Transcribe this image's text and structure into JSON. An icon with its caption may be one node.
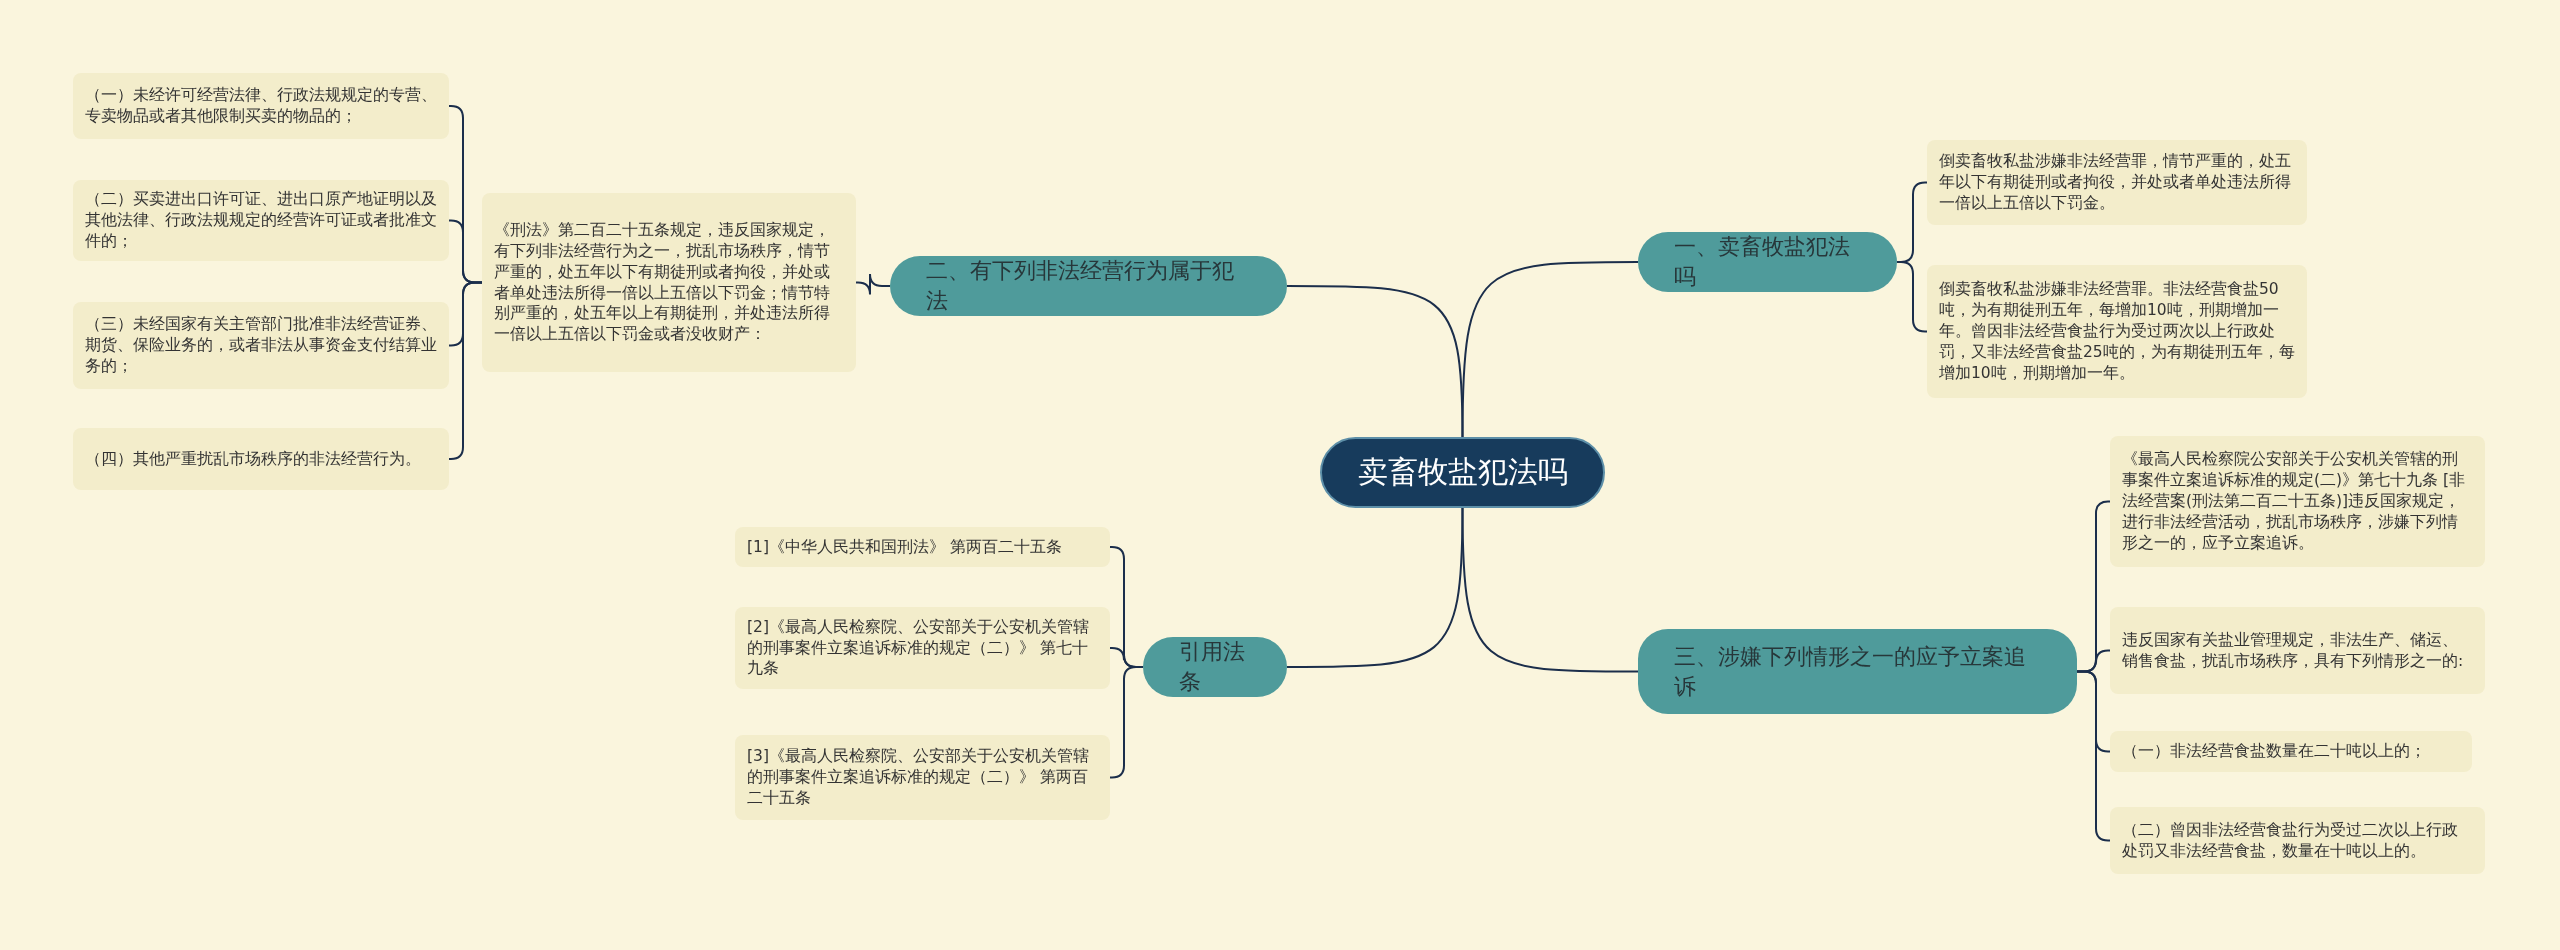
{
  "diagram": {
    "nodes": [
      {
        "text": [
          "卖畜牧盐犯法吗"
        ]
      },
      {
        "text": [
          "一、卖畜牧盐犯法吗"
        ]
      },
      {
        "text": [
          "倒卖畜牧私盐涉嫌非法经营罪，情节严重的，处五年以下有期徒刑或者拘役，并处或者单处违法所得一倍以上五倍以下罚金。"
        ]
      },
      {
        "text": [
          "倒卖畜牧私盐涉嫌非法经营罪。非法经营食盐50吨，为有期徒刑五年，每增加10吨，刑期增加一年。曾因非法经营食盐行为受过两次以上行政处罚，又非法经营食盐25吨的，为有期徒刑五年，每增加10吨，刑期增加一年。"
        ]
      },
      {
        "text": [
          "二、有下列非法经营行为属于犯法"
        ]
      },
      {
        "text": [
          "《刑法》第二百二十五条规定，违反国家规定，有下列非法经营行为之一，扰乱市场秩序，情节严重的，处五年以下有期徒刑或者拘役，并处或者单处违法所得一倍以上五倍以下罚金；情节特别严重的，处五年以上有期徒刑，并处违法所得一倍以上五倍以下罚金或者没收财产："
        ]
      },
      {
        "text": [
          "（一）未经许可经营法律、行政法规规定的专营、专卖物品或者其他限制买卖的物品的；"
        ]
      },
      {
        "text": [
          "（二）买卖进出口许可证、进出口原产地证明以及其他法律、行政法规规定的经营许可证或者批准文件的；"
        ]
      },
      {
        "text": [
          "（三）未经国家有关主管部门批准非法经营证券、期货、保险业务的，或者非法从事资金支付结算业务的；"
        ]
      },
      {
        "text": [
          "（四）其他严重扰乱市场秩序的非法经营行为。"
        ]
      },
      {
        "text": [
          "引用法条"
        ]
      },
      {
        "text": [
          "[1]《中华人民共和国刑法》 第两百二十五条"
        ]
      },
      {
        "text": [
          "[2]《最高人民检察院、公安部关于公安机关管辖的刑事案件立案追诉标准的规定（二）》 第七十九条"
        ]
      },
      {
        "text": [
          "[3]《最高人民检察院、公安部关于公安机关管辖的刑事案件立案追诉标准的规定（二）》 第两百二十五条"
        ]
      },
      {
        "text": [
          "三、涉嫌下列情形之一的应予立案追诉"
        ]
      },
      {
        "text": [
          "《最高人民检察院公安部关于公安机关管辖的刑事案件立案追诉标准的规定(二)》第七十九条 [非法经营案(刑法第二百二十五条)]违反国家规定，进行非法经营活动，扰乱市场秩序，涉嫌下列情形之一的，应予立案追诉。"
        ]
      },
      {
        "text": [
          "违反国家有关盐业管理规定，非法生产、储运、销售食盐，扰乱市场秩序，具有下列情形之一的:"
        ]
      },
      {
        "text": [
          "（一）非法经营食盐数量在二十吨以上的；"
        ]
      },
      {
        "text": [
          "（二）曾因非法经营食盐行为受过二次以上行政处罚又非法经营食盐，数量在十吨以上的。"
        ]
      }
    ],
    "edges": [
      {
        "from": 0,
        "to": 1,
        "arrow": "none"
      },
      {
        "from": 1,
        "to": 2,
        "arrow": "none"
      },
      {
        "from": 1,
        "to": 3,
        "arrow": "none"
      },
      {
        "from": 0,
        "to": 4,
        "arrow": "none"
      },
      {
        "from": 4,
        "to": 5,
        "arrow": "none"
      },
      {
        "from": 5,
        "to": 6,
        "arrow": "none"
      },
      {
        "from": 5,
        "to": 7,
        "arrow": "none"
      },
      {
        "from": 5,
        "to": 8,
        "arrow": "none"
      },
      {
        "from": 5,
        "to": 9,
        "arrow": "none"
      },
      {
        "from": 0,
        "to": 10,
        "arrow": "none"
      },
      {
        "from": 10,
        "to": 11,
        "arrow": "none"
      },
      {
        "from": 10,
        "to": 12,
        "arrow": "none"
      },
      {
        "from": 10,
        "to": 13,
        "arrow": "none"
      },
      {
        "from": 0,
        "to": 14,
        "arrow": "none"
      },
      {
        "from": 14,
        "to": 15,
        "arrow": "none"
      },
      {
        "from": 14,
        "to": 16,
        "arrow": "none"
      },
      {
        "from": 14,
        "to": 17,
        "arrow": "none"
      },
      {
        "from": 14,
        "to": 18,
        "arrow": "none"
      }
    ]
  }
}
